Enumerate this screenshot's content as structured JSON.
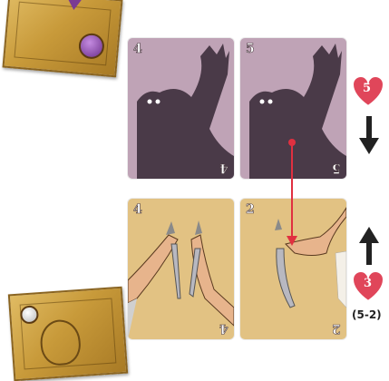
{
  "cards": {
    "monster_a": {
      "number": "4"
    },
    "monster_b": {
      "number": "5"
    },
    "weapon_a": {
      "number": "4"
    },
    "weapon_b": {
      "number": "2"
    }
  },
  "hearts": {
    "top": {
      "value": "5"
    },
    "bottom": {
      "value": "3"
    }
  },
  "formula": "(5-2)",
  "icons": [
    "hero-tile",
    "heart-icon",
    "arrow-down-icon",
    "arrow-up-icon",
    "dagger-icon",
    "shadow-monster-icon"
  ],
  "colors": {
    "heart": "#e0465a",
    "arrow": "#222222",
    "attack_line": "#e03040",
    "monster_card": "#bfa3b6",
    "weapon_card": "#e2c283"
  }
}
